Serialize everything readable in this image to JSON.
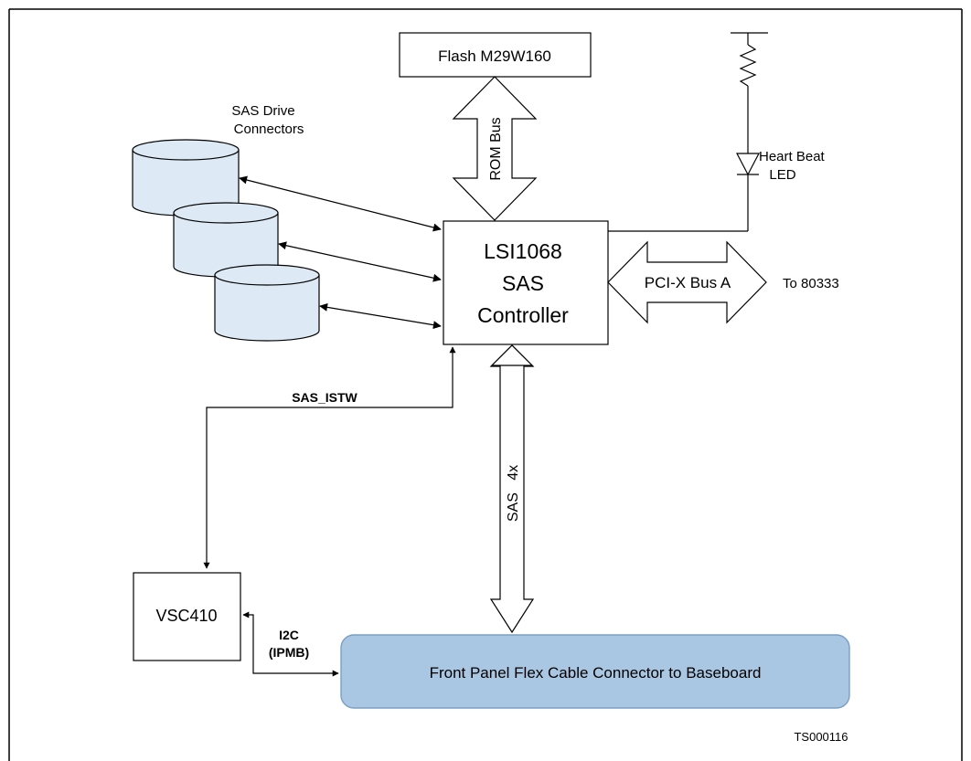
{
  "flash": {
    "label": "Flash M29W160"
  },
  "rom_bus": {
    "label": "ROM Bus"
  },
  "drives": {
    "label_line1": "SAS Drive",
    "label_line2": "Connectors"
  },
  "led": {
    "label_line1": "Heart Beat",
    "label_line2": "LED"
  },
  "controller": {
    "line1": "LSI1068",
    "line2": "SAS",
    "line3": "Controller"
  },
  "pcix": {
    "label": "PCI-X Bus A",
    "target": "To 80333"
  },
  "sas_istw": {
    "label": "SAS_ISTW"
  },
  "sas4x": {
    "label": "SAS   4x"
  },
  "vsc": {
    "label": "VSC410"
  },
  "i2c": {
    "line1": "I2C",
    "line2": "(IPMB)"
  },
  "front_panel": {
    "label": "Front Panel Flex Cable Connector to Baseboard"
  },
  "figure_id": "TS000116",
  "colors": {
    "cylinder_fill": "#dde9f5",
    "panel_fill": "#a9c6e2",
    "panel_stroke": "#7b9fc4",
    "line": "#000000"
  }
}
